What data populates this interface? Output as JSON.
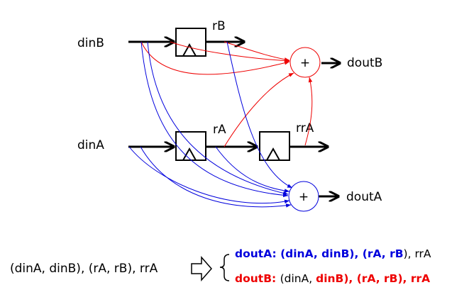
{
  "inputs": {
    "dinB": "dinB",
    "dinA": "dinA"
  },
  "registers": {
    "rB": "rB",
    "rA": "rA",
    "rrA": "rrA"
  },
  "outputs": {
    "doutB": "doutB",
    "doutA": "doutA"
  },
  "adder_symbol": "+",
  "colors": {
    "blue": "#0000dd",
    "red": "#ee0000",
    "black": "#000000"
  },
  "equation": {
    "lhs": "(dinA, dinB), (rA, rB), rrA",
    "doutA": {
      "blue": "doutA: (dinA, dinB), (rA, rB",
      "black": "), rrA"
    },
    "doutB": {
      "red1": "doutB: ",
      "black": "(dinA, ",
      "red2": "dinB), (rA, rB), rrA"
    }
  }
}
